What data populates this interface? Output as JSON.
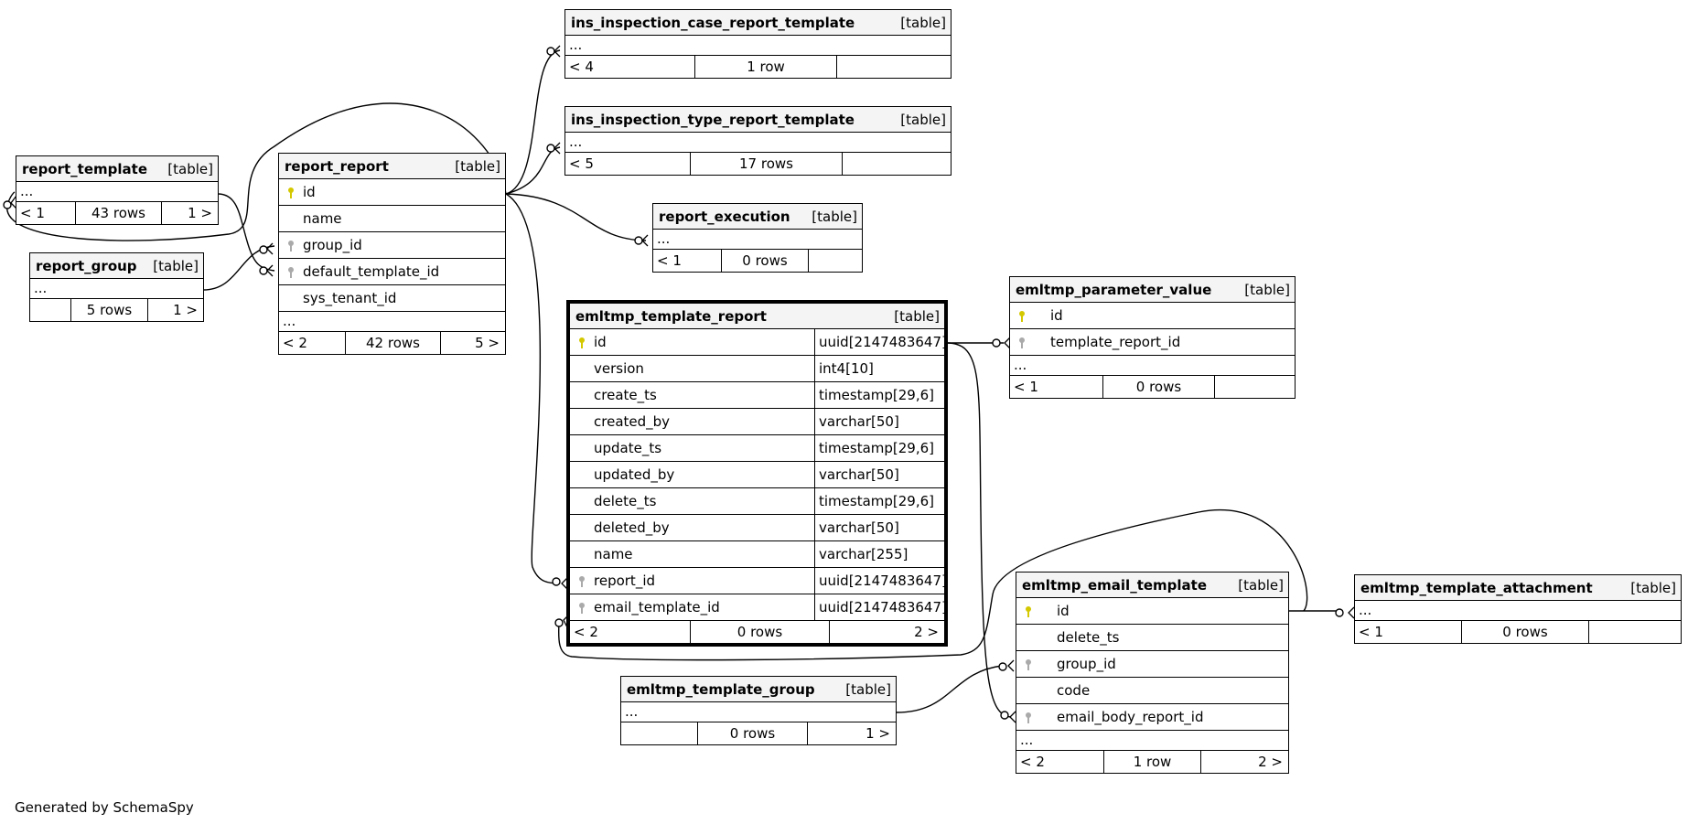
{
  "diagram": {
    "credit": "Generated by SchemaSpy",
    "icons": {
      "primary_key": "gold-key-icon",
      "foreign_key": "gray-key-icon"
    },
    "colors": {
      "primary_key": "#d4c800",
      "foreign_key": "#aaaaaa",
      "header_bg": "#f4f4f4"
    },
    "tables": {
      "report_template": {
        "name": "report_template",
        "kind": "[table]",
        "ellipsis": "...",
        "footer": {
          "left": "< 1",
          "mid": "43 rows",
          "right": "1 >"
        }
      },
      "report_group": {
        "name": "report_group",
        "kind": "[table]",
        "ellipsis": "...",
        "footer": {
          "left": "",
          "mid": "5 rows",
          "right": "1 >"
        }
      },
      "report_report": {
        "name": "report_report",
        "kind": "[table]",
        "columns": [
          "id",
          "name",
          "group_id",
          "default_template_id",
          "sys_tenant_id"
        ],
        "ellipsis": "...",
        "footer": {
          "left": "< 2",
          "mid": "42 rows",
          "right": "5 >"
        }
      },
      "ins_inspection_case_report_template": {
        "name": "ins_inspection_case_report_template",
        "kind": "[table]",
        "ellipsis": "...",
        "footer": {
          "left": "< 4",
          "mid": "1 row",
          "right": ""
        }
      },
      "ins_inspection_type_report_template": {
        "name": "ins_inspection_type_report_template",
        "kind": "[table]",
        "ellipsis": "...",
        "footer": {
          "left": "< 5",
          "mid": "17 rows",
          "right": ""
        }
      },
      "report_execution": {
        "name": "report_execution",
        "kind": "[table]",
        "ellipsis": "...",
        "footer": {
          "left": "< 1",
          "mid": "0 rows",
          "right": ""
        }
      },
      "emltmp_template_report": {
        "name": "emltmp_template_report",
        "kind": "[table]",
        "columns": [
          {
            "name": "id",
            "type": "uuid[2147483647]"
          },
          {
            "name": "version",
            "type": "int4[10]"
          },
          {
            "name": "create_ts",
            "type": "timestamp[29,6]"
          },
          {
            "name": "created_by",
            "type": "varchar[50]"
          },
          {
            "name": "update_ts",
            "type": "timestamp[29,6]"
          },
          {
            "name": "updated_by",
            "type": "varchar[50]"
          },
          {
            "name": "delete_ts",
            "type": "timestamp[29,6]"
          },
          {
            "name": "deleted_by",
            "type": "varchar[50]"
          },
          {
            "name": "name",
            "type": "varchar[255]"
          },
          {
            "name": "report_id",
            "type": "uuid[2147483647]"
          },
          {
            "name": "email_template_id",
            "type": "uuid[2147483647]"
          }
        ],
        "footer": {
          "left": "< 2",
          "mid": "0 rows",
          "right": "2 >"
        }
      },
      "emltmp_parameter_value": {
        "name": "emltmp_parameter_value",
        "kind": "[table]",
        "columns": [
          "id",
          "template_report_id"
        ],
        "ellipsis": "...",
        "footer": {
          "left": "< 1",
          "mid": "0 rows",
          "right": ""
        }
      },
      "emltmp_template_group": {
        "name": "emltmp_template_group",
        "kind": "[table]",
        "ellipsis": "...",
        "footer": {
          "left": "",
          "mid": "0 rows",
          "right": "1 >"
        }
      },
      "emltmp_email_template": {
        "name": "emltmp_email_template",
        "kind": "[table]",
        "columns": [
          "id",
          "delete_ts",
          "group_id",
          "code",
          "email_body_report_id"
        ],
        "ellipsis": "...",
        "footer": {
          "left": "< 2",
          "mid": "1 row",
          "right": "2 >"
        }
      },
      "emltmp_template_attachment": {
        "name": "emltmp_template_attachment",
        "kind": "[table]",
        "ellipsis": "...",
        "footer": {
          "left": "< 1",
          "mid": "0 rows",
          "right": ""
        }
      }
    }
  }
}
